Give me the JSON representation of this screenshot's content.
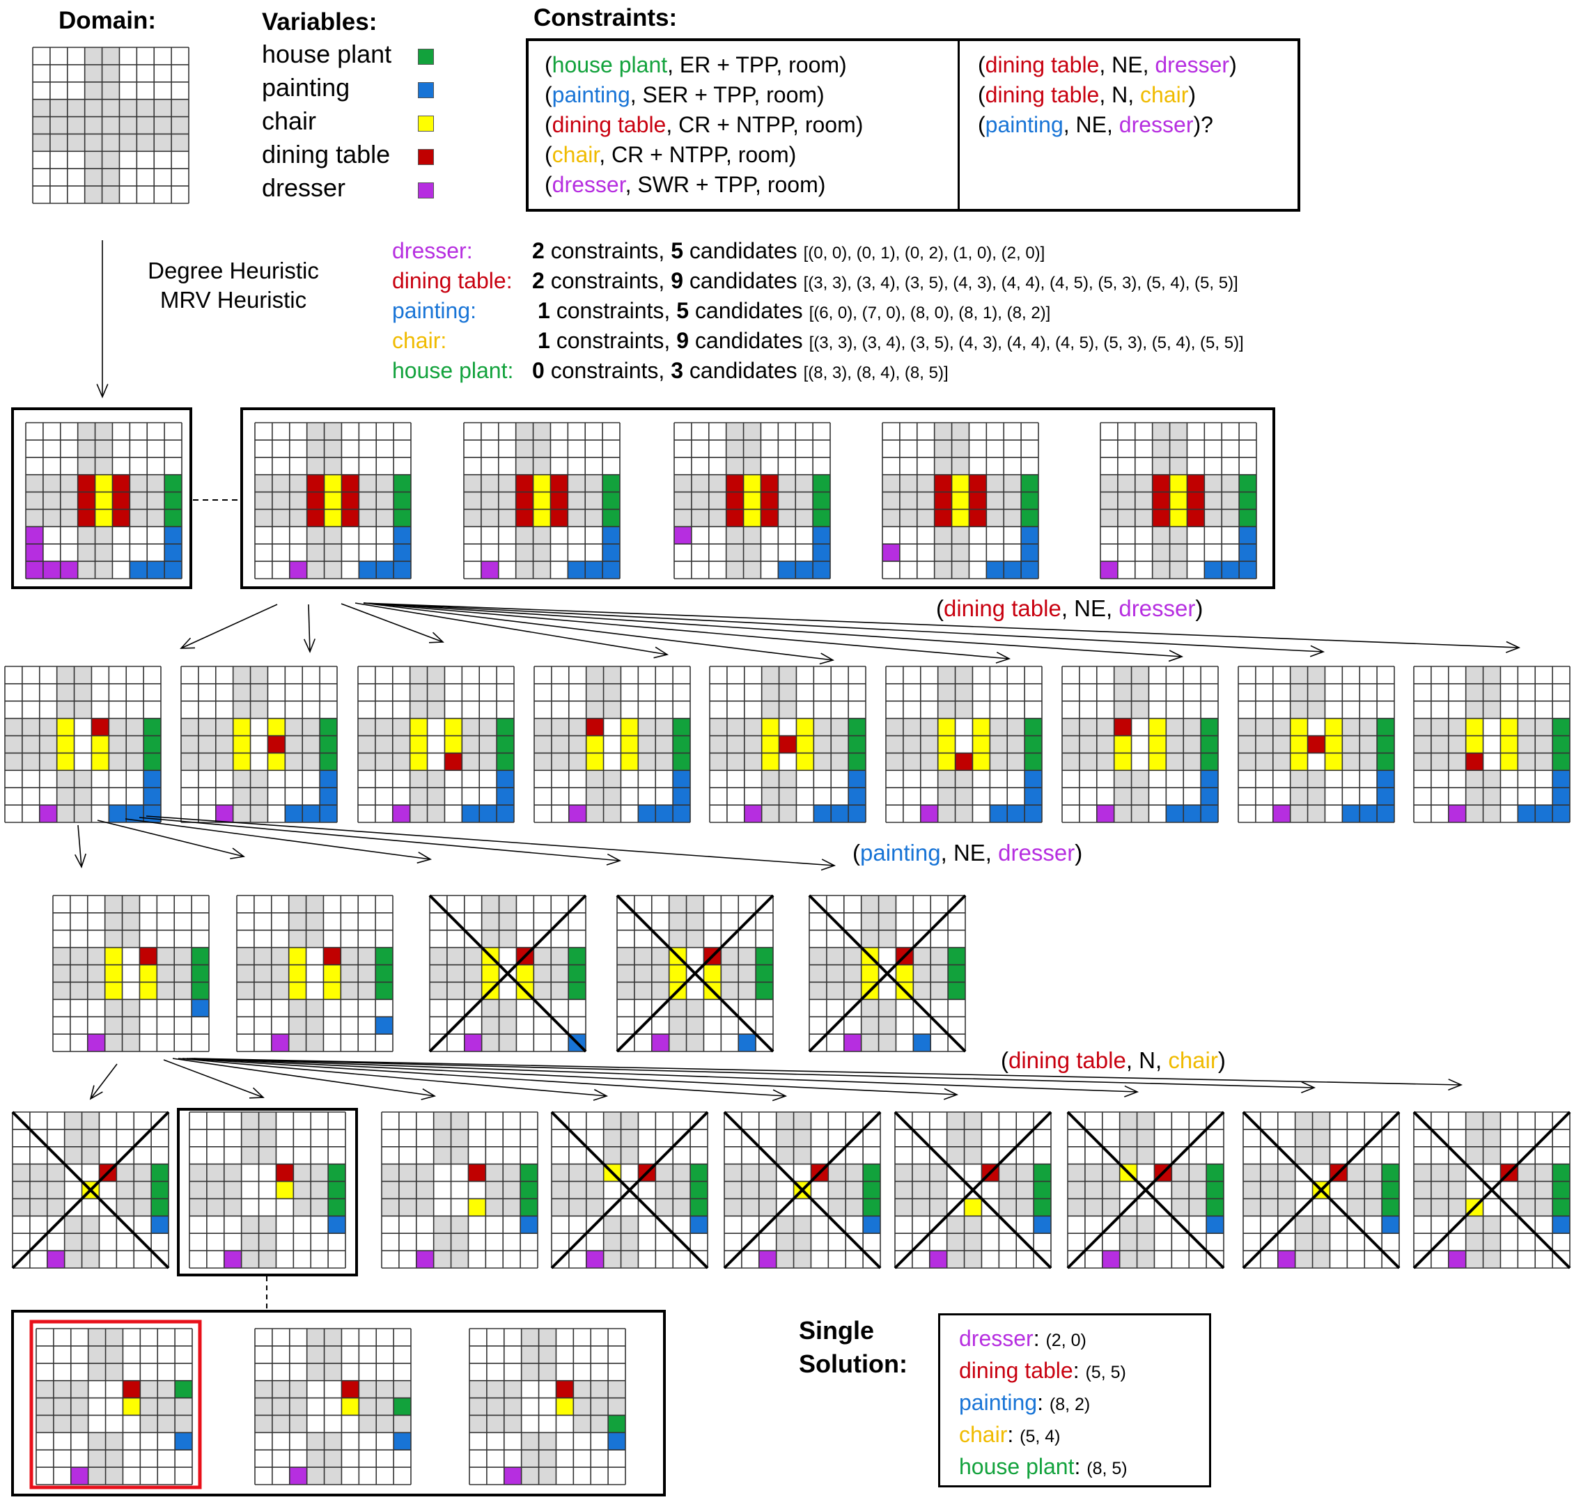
{
  "headers": {
    "domain": "Domain:",
    "variables": "Variables:",
    "constraints": "Constraints:"
  },
  "colors": {
    "grid_gray": "#d9d9d9",
    "house_plant": "#12a23c",
    "painting": "#1874d6",
    "chair": "#ffff00",
    "dining_table": "#c00000",
    "dresser": "#b62ee0",
    "selected_frame": "#e8101a"
  },
  "variables": [
    {
      "label": "house plant",
      "color": "#12a23c"
    },
    {
      "label": "painting",
      "color": "#1874d6"
    },
    {
      "label": "chair",
      "color": "#ffff00"
    },
    {
      "label": "dining table",
      "color": "#c00000"
    },
    {
      "label": "dresser",
      "color": "#b62ee0"
    }
  ],
  "unary_constraints": [
    {
      "obj": "house plant",
      "rel": ", ER + TPP, room)",
      "color": "c-green"
    },
    {
      "obj": "painting",
      "rel": ", SER + TPP, room)",
      "color": "c-blue"
    },
    {
      "obj": "dining table",
      "rel": ", CR + NTPP, room)",
      "color": "c-red"
    },
    {
      "obj": "chair",
      "rel": ", CR + NTPP, room)",
      "color": "c-yellow"
    },
    {
      "obj": "dresser",
      "rel": ", SWR + TPP, room)",
      "color": "c-purple"
    }
  ],
  "binary_constraints": [
    {
      "a": "dining table",
      "ac": "c-red",
      "rel": ", NE, ",
      "b": "dresser",
      "bc": "c-purple",
      "end": ")"
    },
    {
      "a": "dining table",
      "ac": "c-red",
      "rel": ", N, ",
      "b": "chair",
      "bc": "c-yellow",
      "end": ")"
    },
    {
      "a": "painting",
      "ac": "c-blue",
      "rel": ", NE, ",
      "b": "dresser",
      "bc": "c-purple",
      "end": ")?"
    }
  ],
  "heuristics": [
    "Degree Heuristic",
    "MRV Heuristic"
  ],
  "candidates": [
    {
      "name": "dresser:",
      "color": "c-purple",
      "constraints": "2",
      "ctext": " constraints, ",
      "cands": "5",
      "ktext": " candidates ",
      "list": "[(0, 0), (0, 1), (0, 2), (1, 0), (2, 0)]"
    },
    {
      "name": "dining table:",
      "color": "c-red",
      "constraints": "2",
      "ctext": " constraints, ",
      "cands": "9",
      "ktext": " candidates ",
      "list": "[(3, 3), (3, 4), (3, 5), (4, 3), (4, 4), (4, 5), (5, 3), (5, 4), (5, 5)]"
    },
    {
      "name": "painting:",
      "color": "c-blue",
      "constraints": "1",
      "ctext": " constraints, ",
      "cands": "5",
      "ktext": " candidates ",
      "list": "[(6, 0), (7, 0), (8, 0), (8, 1), (8, 2)]"
    },
    {
      "name": "chair:",
      "color": "c-yellow",
      "constraints": "1",
      "ctext": " constraints, ",
      "cands": "9",
      "ktext": " candidates ",
      "list": "[(3, 3), (3, 4), (3, 5), (4, 3), (4, 4), (4, 5), (5, 3), (5, 4), (5, 5)]"
    },
    {
      "name": "house plant:",
      "color": "c-green",
      "constraints": "0",
      "ctext": " constraints, ",
      "cands": "3",
      "ktext": " candidates ",
      "list": "[(8, 3), (8, 4), (8, 5)]"
    }
  ],
  "level_labels": [
    {
      "a": "dining table",
      "ac": "c-red",
      "rel": ", NE, ",
      "b": "dresser",
      "bc": "c-purple"
    },
    {
      "a": "painting",
      "ac": "c-blue",
      "rel": ", NE, ",
      "b": "dresser",
      "bc": "c-purple"
    },
    {
      "a": "dining table",
      "ac": "c-red",
      "rel": ", N, ",
      "b": "chair",
      "bc": "c-yellow"
    }
  ],
  "solution": {
    "title_1": "Single",
    "title_2": "Solution:",
    "rows": [
      {
        "name": "dresser",
        "color": "c-purple",
        "value": "(2, 0)"
      },
      {
        "name": "dining table",
        "color": "c-red",
        "value": "(5, 5)"
      },
      {
        "name": "painting",
        "color": "c-blue",
        "value": "(8, 2)"
      },
      {
        "name": "chair",
        "color": "c-yellow",
        "value": "(5, 4)"
      },
      {
        "name": "house plant",
        "color": "c-green",
        "value": "(8, 5)"
      }
    ]
  }
}
